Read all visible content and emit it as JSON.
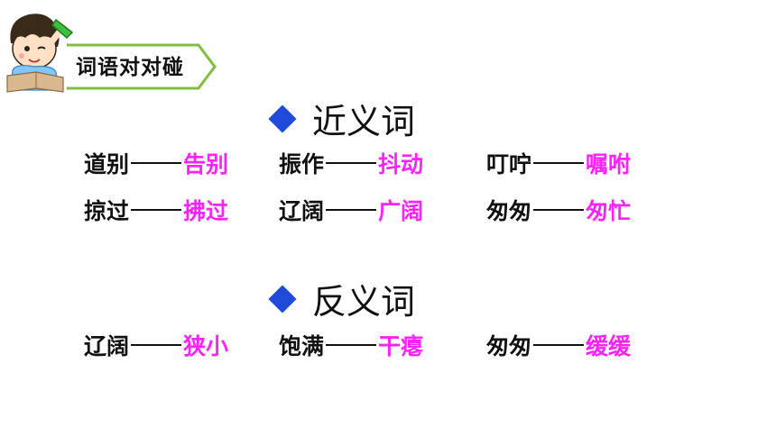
{
  "badge": {
    "label": "词语对对碰"
  },
  "synonyms": {
    "title": "近义词",
    "pairs": [
      {
        "word": "道别",
        "match": "告别"
      },
      {
        "word": "振作",
        "match": "抖动"
      },
      {
        "word": "叮咛",
        "match": "嘱咐"
      },
      {
        "word": "掠过",
        "match": "拂过"
      },
      {
        "word": "辽阔",
        "match": "广阔"
      },
      {
        "word": "匆匆",
        "match": "匆忙"
      }
    ]
  },
  "antonyms": {
    "title": "反义词",
    "pairs": [
      {
        "word": "辽阔",
        "match": "狭小"
      },
      {
        "word": "饱满",
        "match": "干瘪"
      },
      {
        "word": "匆匆",
        "match": "缓缓"
      }
    ]
  },
  "colors": {
    "answer": "#ff22ff",
    "diamond": "#1f4bd8",
    "banner_border": "#7fbf3f"
  },
  "icons": {
    "mascot": "boy-with-book-icon",
    "bullet": "diamond-icon"
  }
}
